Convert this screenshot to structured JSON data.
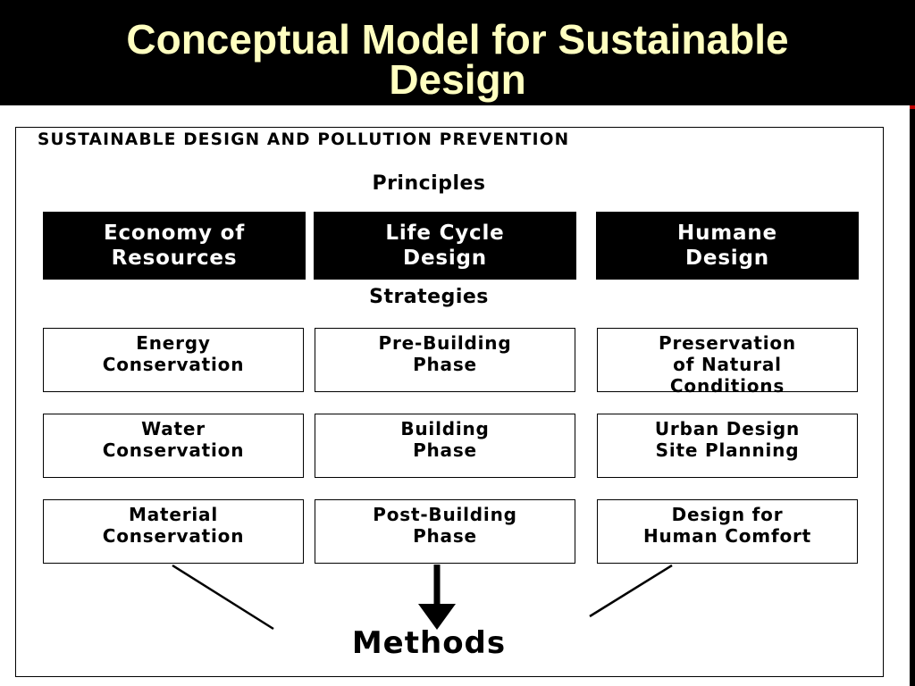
{
  "slide": {
    "title_line1": "Conceptual Model for Sustainable",
    "title_line2": "Design",
    "title_color": "#ffffc0",
    "background_color": "#000000"
  },
  "diagram": {
    "header": "SUSTAINABLE DESIGN AND POLLUTION PREVENTION",
    "principles_label": "Principles",
    "principles": [
      "Economy of\nResources",
      "Life Cycle\nDesign",
      "Humane\nDesign"
    ],
    "strategies_label": "Strategies",
    "strategies": [
      [
        "Energy\nConservation",
        "Pre-Building\nPhase",
        "Preservation\nof Natural\nConditions"
      ],
      [
        "Water\nConservation",
        "Building\nPhase",
        "Urban Design\nSite Planning"
      ],
      [
        "Material\nConservation",
        "Post-Building\nPhase",
        "Design for\nHuman Comfort"
      ]
    ],
    "methods_label": "Methods"
  }
}
